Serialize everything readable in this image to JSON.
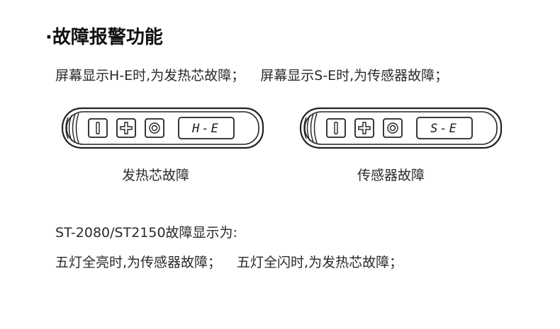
{
  "heading": {
    "bullet": "·",
    "title": "故障报警功能"
  },
  "intro": {
    "heater": "屏幕显示H-E时,为发热芯故障；",
    "sensor": "屏幕显示S-E时,为传感器故障；"
  },
  "panels": [
    {
      "display": "H-E",
      "caption": "发热芯故障"
    },
    {
      "display": "S-E",
      "caption": "传感器故障"
    }
  ],
  "models": {
    "label": "ST-2080/ST2150故障显示为:"
  },
  "led_rules": {
    "all_on": "五灯全亮时,为传感器故障；",
    "all_flash": "五灯全闪时,为发热芯故障；"
  },
  "colors": {
    "outline": "#222222",
    "text": "#2a2a2a",
    "background": "#ffffff"
  },
  "icons": [
    "power-icon",
    "plus-icon",
    "target-icon"
  ]
}
